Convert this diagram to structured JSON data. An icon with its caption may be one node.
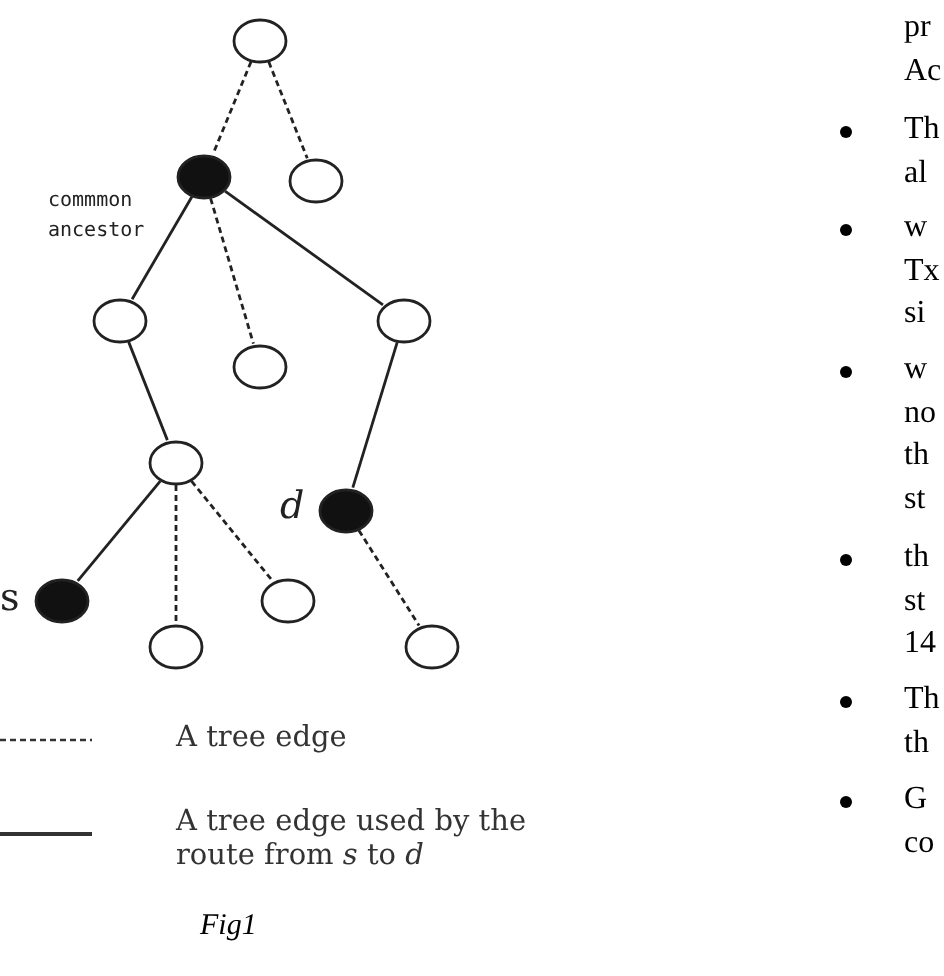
{
  "diagram": {
    "caption": "Fig1",
    "nodes": [
      {
        "text": [],
        "shape": "circle"
      },
      {
        "text": [],
        "shape": "circle",
        "beside": [
          "commmon ancestor"
        ]
      },
      {
        "text": [],
        "shape": "circle"
      },
      {
        "text": [],
        "shape": "circle"
      },
      {
        "text": [],
        "shape": "circle"
      },
      {
        "text": [],
        "shape": "circle"
      },
      {
        "text": [],
        "shape": "circle"
      },
      {
        "text": [],
        "shape": "circle",
        "beside": [
          "d"
        ]
      },
      {
        "text": [],
        "shape": "circle",
        "beside": [
          "s"
        ]
      },
      {
        "text": [],
        "shape": "circle"
      },
      {
        "text": [],
        "shape": "circle"
      },
      {
        "text": [],
        "shape": "circle"
      }
    ],
    "edges": [
      {
        "from": 0,
        "to": 1,
        "arrow": "none",
        "style": "dashed"
      },
      {
        "from": 0,
        "to": 2,
        "arrow": "none",
        "style": "dashed"
      },
      {
        "from": 1,
        "to": 3,
        "arrow": "none"
      },
      {
        "from": 1,
        "to": 4,
        "arrow": "none",
        "style": "dashed"
      },
      {
        "from": 1,
        "to": 5,
        "arrow": "none"
      },
      {
        "from": 3,
        "to": 6,
        "arrow": "none"
      },
      {
        "from": 5,
        "to": 7,
        "arrow": "none"
      },
      {
        "from": 6,
        "to": 8,
        "arrow": "none"
      },
      {
        "from": 6,
        "to": 9,
        "arrow": "none",
        "style": "dashed"
      },
      {
        "from": 6,
        "to": 10,
        "arrow": "none",
        "style": "dashed"
      },
      {
        "from": 7,
        "to": 11,
        "arrow": "none",
        "style": "dashed"
      }
    ],
    "labels": [
      "pr Ac",
      "Th al",
      "w Tx si",
      "w no th st",
      "th st 14",
      "Th th",
      "G co"
    ],
    "legend": [
      {
        "text": "A tree edge"
      },
      {
        "text": "A tree edge used by the route from *s* to *d*"
      }
    ]
  }
}
